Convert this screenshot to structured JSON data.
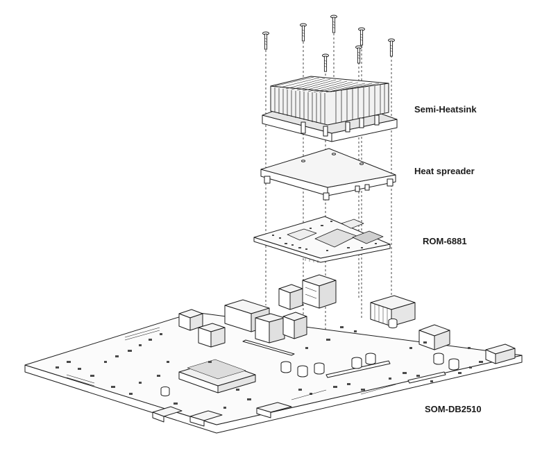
{
  "labels": {
    "heatsink": "Semi-Heatsink",
    "spreader": "Heat spreader",
    "module": "ROM-6881",
    "carrier": "SOM-DB2510"
  },
  "colors": {
    "line": "#1a1a1a",
    "fill": "#ffffff",
    "shade": "#d9d9d9",
    "dark": "#4a4a4a"
  }
}
